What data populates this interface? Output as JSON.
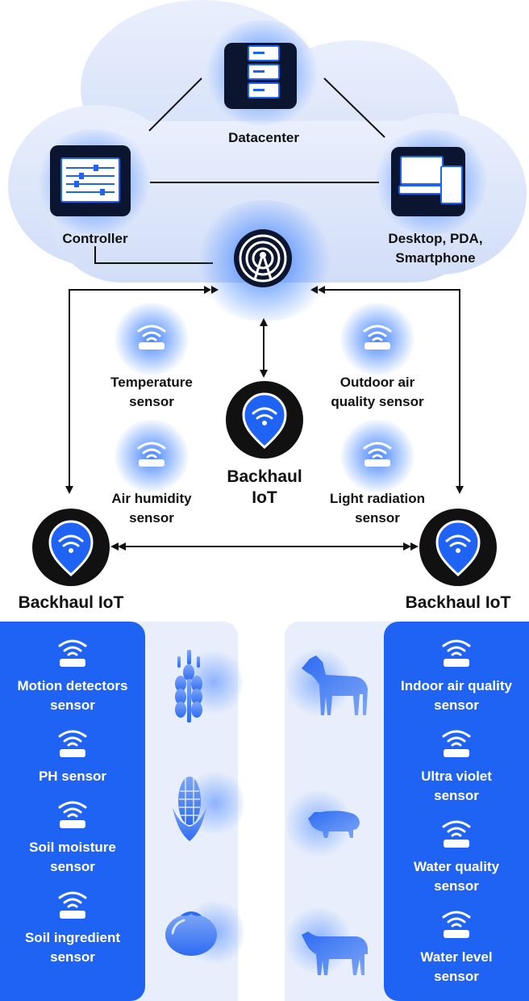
{
  "cloud": {
    "datacenter_label": "Datacenter",
    "controller_label": "Controller",
    "desktop_label": "Desktop, PDA,\nSmartphone"
  },
  "sensors_center": {
    "temperature": "Temperature\nsensor",
    "outdoor_air": "Outdoor air\nquality sensor",
    "air_humidity": "Air humidity\nsensor",
    "light_radiation": "Light radiation\nsensor"
  },
  "backhaul": {
    "center": "Backhaul\nIoT",
    "left": "Backhaul IoT",
    "right": "Backhaul IoT"
  },
  "left_panel": {
    "sensors": [
      "Motion detectors\nsensor",
      "PH sensor",
      "Soil moisture\nsensor",
      "Soil ingredient\nsensor"
    ],
    "icons": [
      "wheat-icon",
      "corn-icon",
      "tomato-icon"
    ]
  },
  "right_panel": {
    "sensors": [
      "Indoor air quality\nsensor",
      "Ultra violet\nsensor",
      "Water quality\nsensor",
      "Water level\nsensor"
    ],
    "icons": [
      "horse-icon",
      "pig-icon",
      "cow-icon"
    ]
  },
  "colors": {
    "accent": "#1f63f5",
    "cloud": "#dbe6fb",
    "panel_light": "#e8eefb",
    "pin": "#111111"
  }
}
